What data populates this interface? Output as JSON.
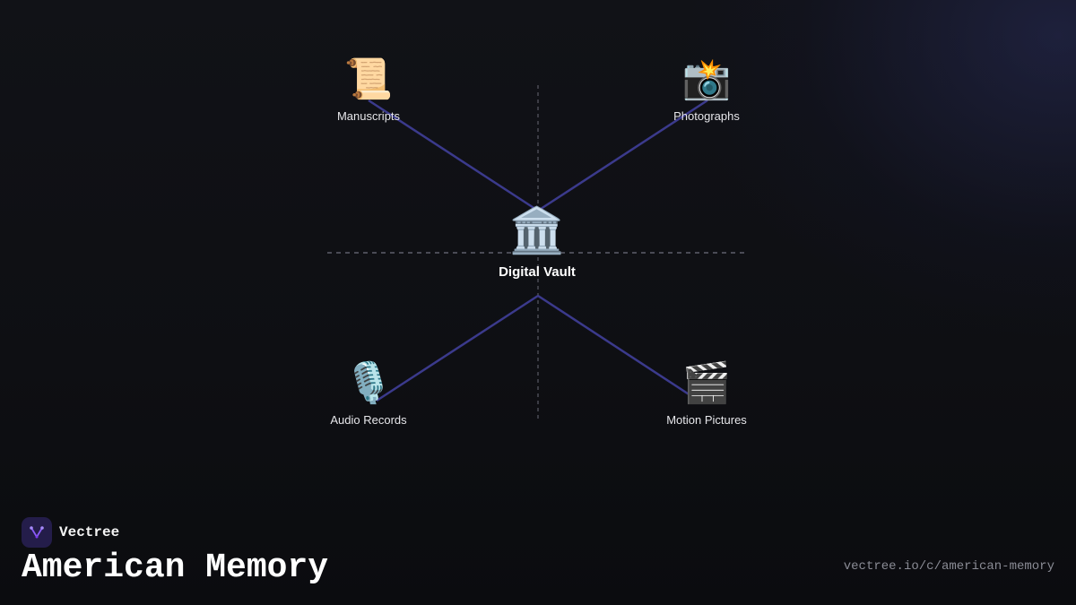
{
  "diagram": {
    "center": {
      "label": "Digital Vault",
      "emoji": "🏛️"
    },
    "nodes": [
      {
        "label": "Manuscripts",
        "emoji": "📜"
      },
      {
        "label": "Photographs",
        "emoji": "📸"
      },
      {
        "label": "Audio Records",
        "emoji": "🎙️"
      },
      {
        "label": "Motion Pictures",
        "emoji": "🎬"
      }
    ],
    "edge_color": "#3b3a8c",
    "axis_color": "#4a4b55"
  },
  "brand": {
    "name": "Vectree",
    "logo_color": "#241d4a",
    "logo_accent": "#8b5cf6"
  },
  "page": {
    "title": "American Memory",
    "url": "vectree.io/c/american-memory"
  }
}
